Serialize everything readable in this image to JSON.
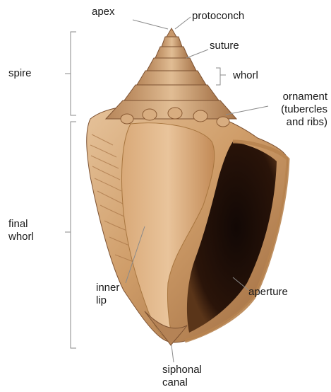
{
  "labels": {
    "apex": "apex",
    "protoconch": "protoconch",
    "suture": "suture",
    "whorl": "whorl",
    "spire": "spire",
    "ornament": "ornament\n(tubercles\nand ribs)",
    "final_whorl": "final\nwhorl",
    "inner_lip": "inner\nlip",
    "aperture": "aperture",
    "siphonal_canal": "siphonal\ncanal"
  },
  "colors": {
    "shell_light": "#e2b98e",
    "shell_mid": "#c9955f",
    "shell_dark": "#8a5a33",
    "shell_shadow": "#6b4526",
    "aperture_dark": "#1a0d08",
    "leader_line": "#8a8a8a",
    "text": "#1a1a1a"
  }
}
